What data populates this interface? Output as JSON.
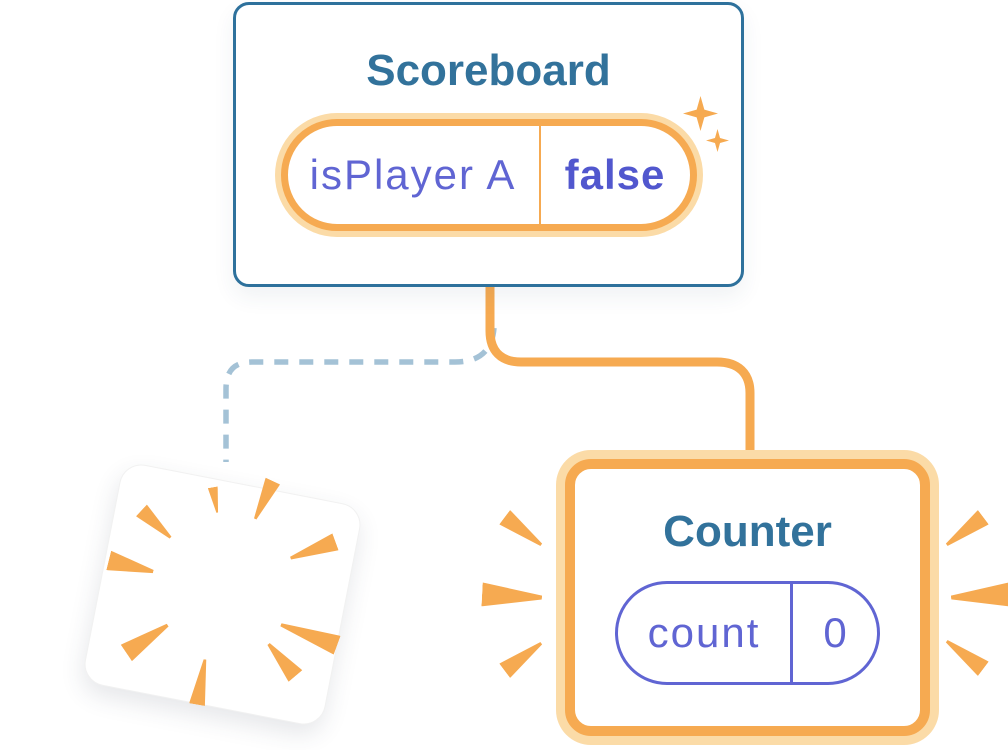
{
  "illustration": {
    "scoreboard": {
      "title": "Scoreboard",
      "state": {
        "name": "isPlayer A",
        "value": "false"
      }
    },
    "counter": {
      "title": "Counter",
      "state": {
        "name": "count",
        "value": "0"
      }
    }
  },
  "icons": {
    "sparkle": "sparkle-icon",
    "burst_ray": "burst-ray-icon",
    "emphasis_ray": "emphasis-ray-icon"
  },
  "colors": {
    "orange": "#F6AA51",
    "orange-glow": "#FBDBA7",
    "title-blue": "#32729B",
    "card-border-blue": "#2E719C",
    "purple": "#6065D3",
    "purple-bold": "#5157CE",
    "dash-blue": "#A4C2D6",
    "card-bg": "#FFFFFF"
  }
}
